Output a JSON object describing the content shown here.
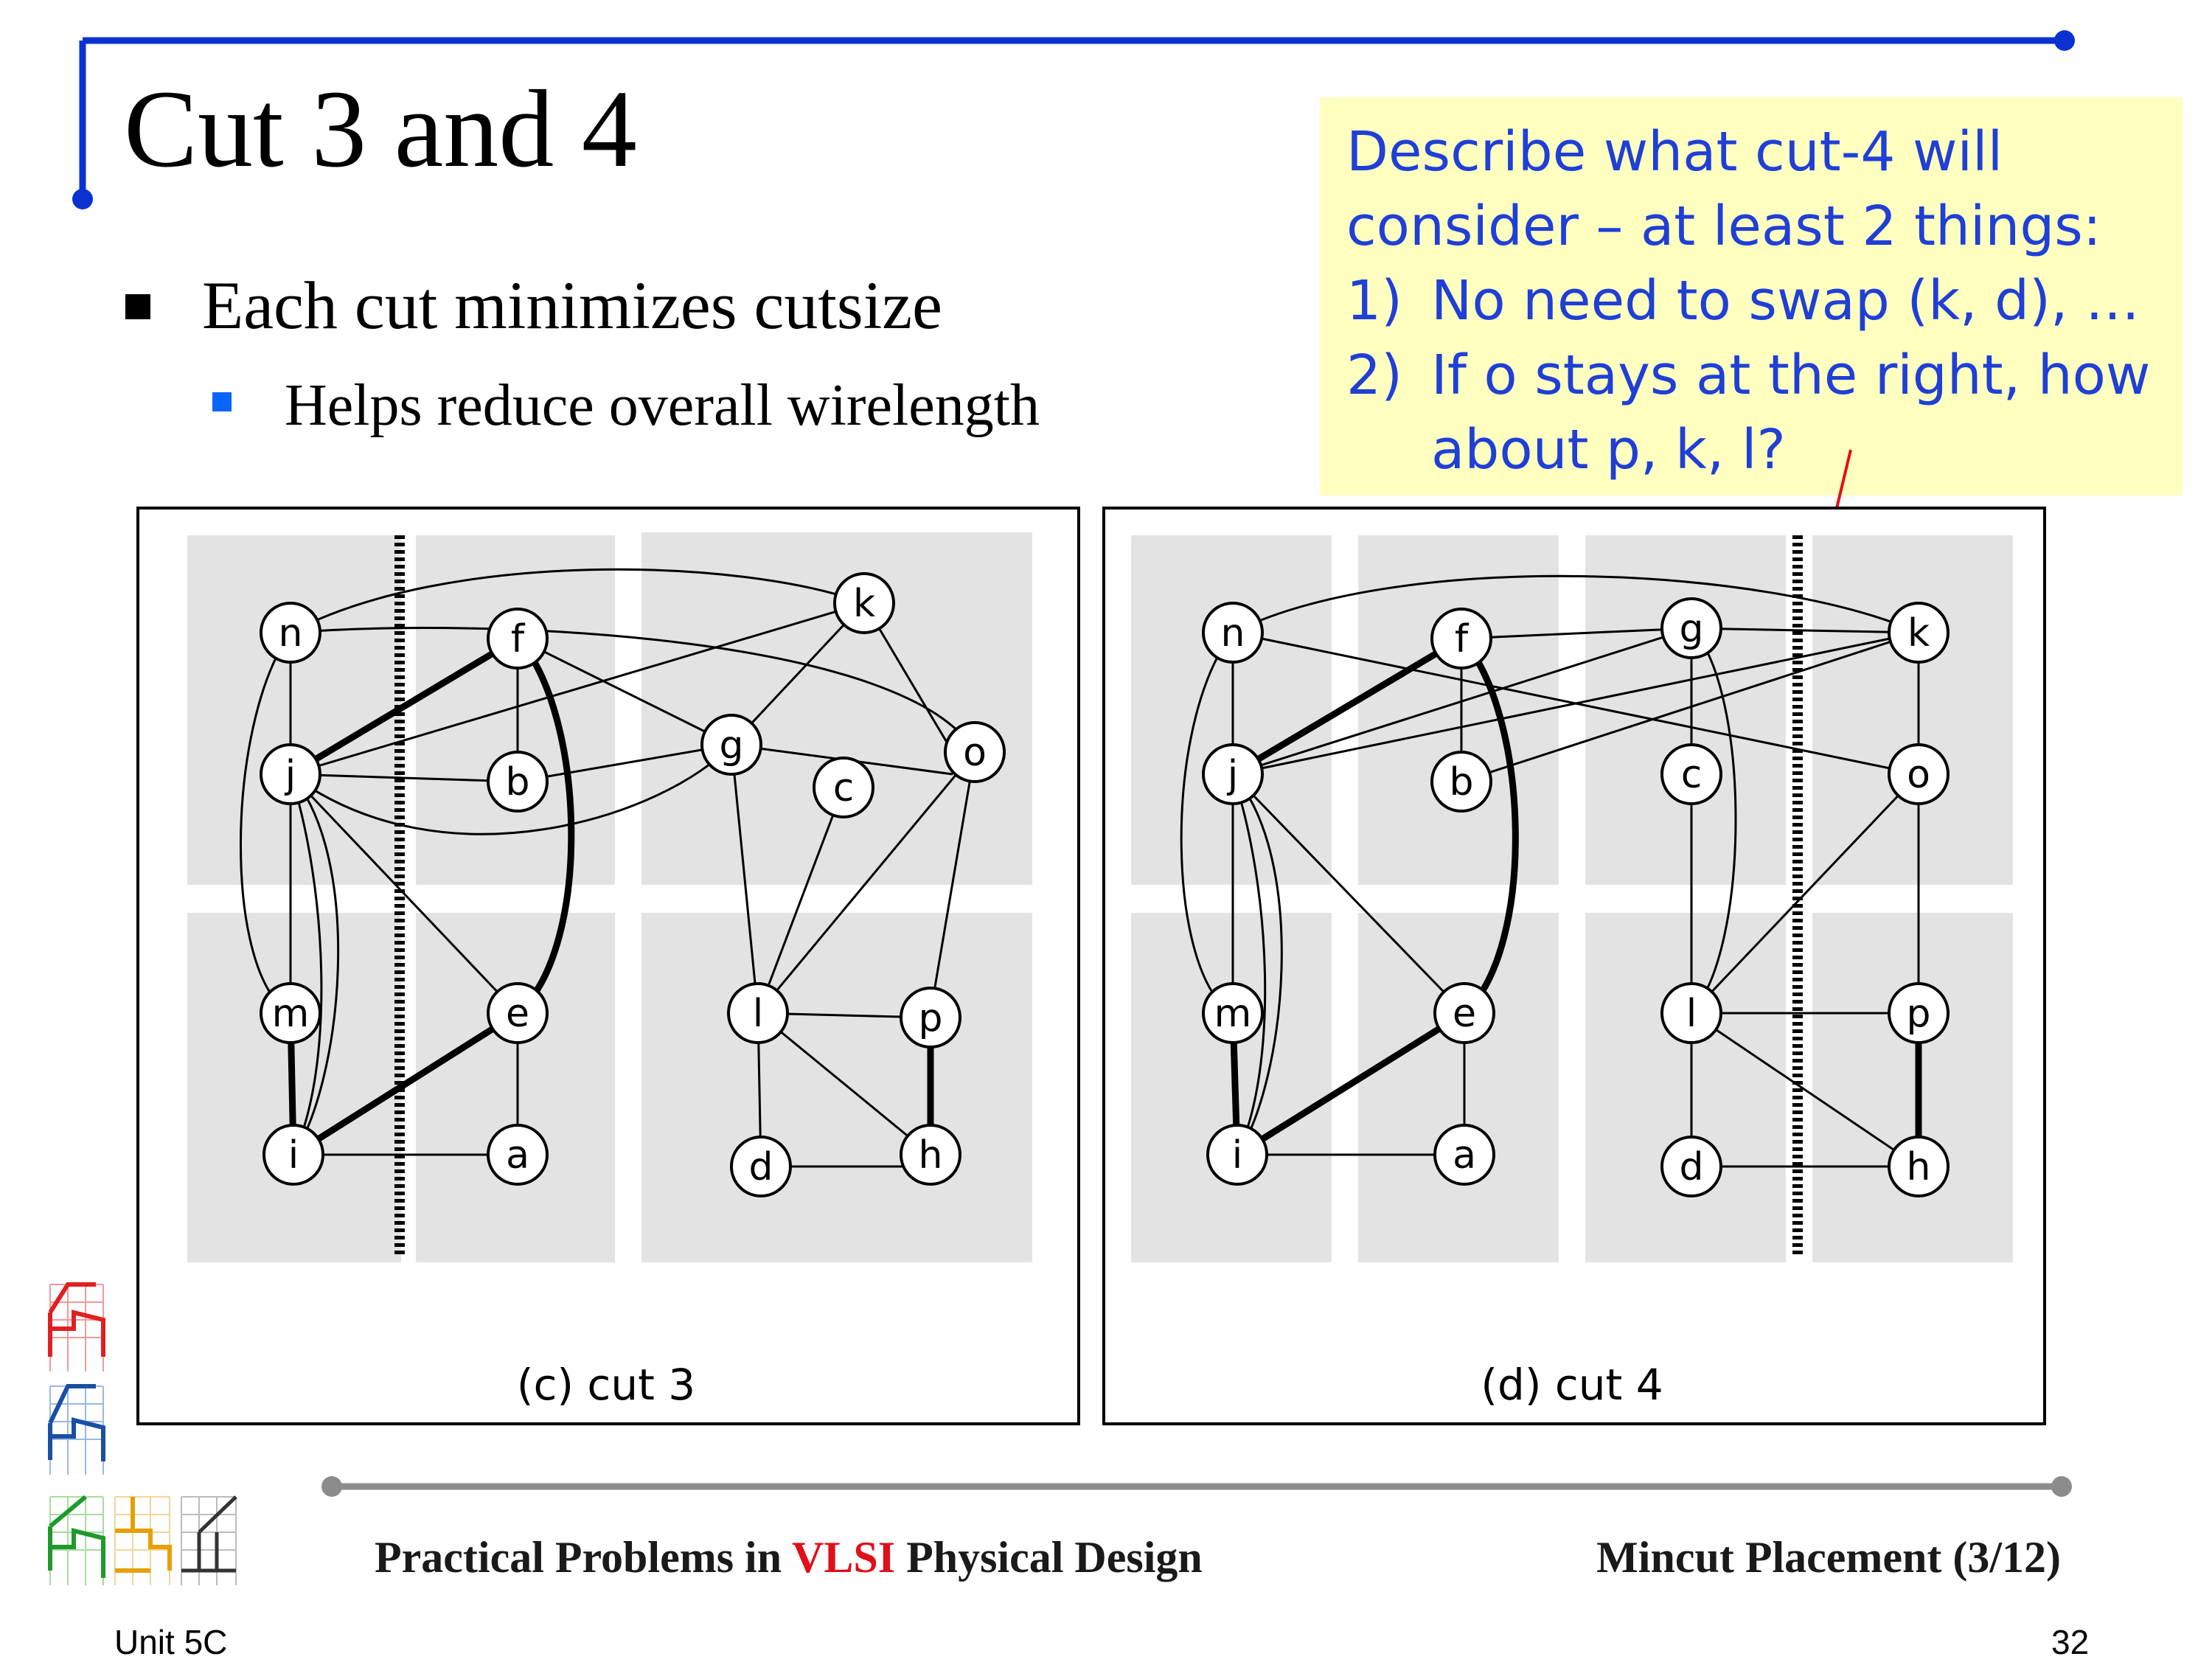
{
  "slide": {
    "title": "Cut 3 and 4",
    "bullet": "Each cut minimizes cutsize",
    "sub_bullet": "Helps reduce overall wirelength"
  },
  "note": {
    "line1": "Describe what cut-4 will",
    "line2": "consider – at least 2 things:",
    "item1_num": "1)",
    "item1_text": "No need to swap (k, d), …",
    "item2_num": "2)",
    "item2_text": "If o stays at the right, how",
    "item2_text_cont": "about p, k, l?"
  },
  "figures": {
    "left_caption": "(c) cut 3",
    "right_caption": "(d) cut 4",
    "node_labels": {
      "n": "n",
      "f": "f",
      "k": "k",
      "j": "j",
      "b": "b",
      "g": "g",
      "c": "c",
      "o": "o",
      "m": "m",
      "e": "e",
      "l": "l",
      "p": "p",
      "i": "i",
      "a": "a",
      "d": "d",
      "h": "h"
    }
  },
  "footer": {
    "left_prefix": "Practical Problems in ",
    "left_highlight": "VLSI",
    "left_suffix": " Physical Design",
    "right": "Mincut Placement (3/12)",
    "unit": "Unit 5C",
    "page": "32"
  },
  "colors": {
    "accent_blue": "#0a32d2",
    "footer_gray": "#8c8c8c",
    "note_bg": "#ffffc0",
    "note_text": "#1f3fd6",
    "highlight_red": "#e0101a",
    "region_gray": "#e3e3e3"
  }
}
